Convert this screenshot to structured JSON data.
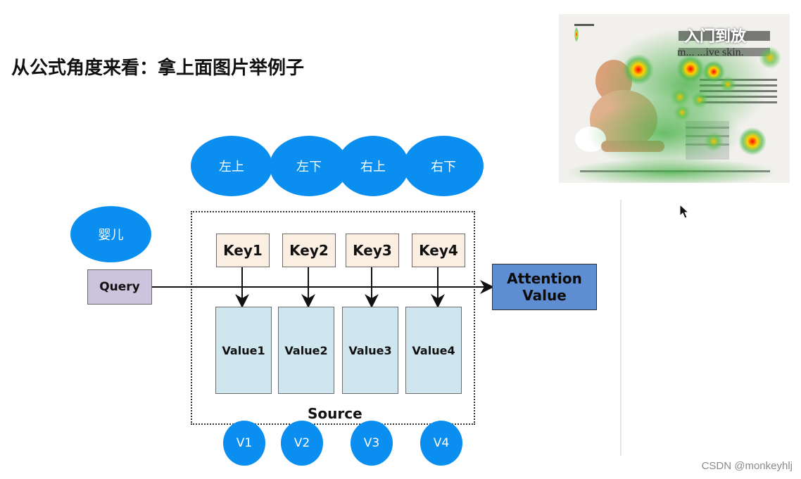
{
  "heading": "从公式角度来看：拿上面图片举例子",
  "positions": [
    "左上",
    "左下",
    "右上",
    "右下"
  ],
  "baby": "婴儿",
  "query": "Query",
  "keys": [
    "Key1",
    "Key2",
    "Key3",
    "Key4"
  ],
  "values": [
    "Value1",
    "Value2",
    "Value3",
    "Value4"
  ],
  "source": "Source",
  "attention": {
    "line1": "Attention",
    "line2": "Value"
  },
  "v_labels": [
    "V1",
    "V2",
    "V3",
    "V4"
  ],
  "heatmap_image": {
    "headline_fragment": "m... ...ive skin.",
    "overlay_text": "入门到放"
  },
  "watermark": "CSDN @monkeyhlj",
  "colors": {
    "ellipse": "#0a8ff0",
    "key": "#fbeee3",
    "value": "#cfe6ee",
    "query": "#cbc4dc",
    "attention": "#5f8dd2"
  }
}
